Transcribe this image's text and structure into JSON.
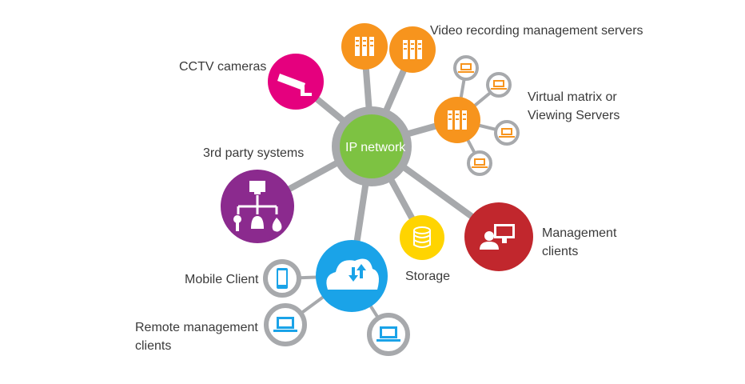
{
  "center": {
    "label": "IP network"
  },
  "nodes": {
    "video_recording": {
      "label": "Video recording management servers"
    },
    "cctv": {
      "label": "CCTV cameras"
    },
    "virtual_matrix": {
      "label_line1": "Virtual matrix or",
      "label_line2": "Viewing Servers"
    },
    "third_party": {
      "label": "3rd party systems"
    },
    "management": {
      "label_line1": "Management",
      "label_line2": "clients"
    },
    "storage": {
      "label": "Storage"
    },
    "mobile": {
      "label": "Mobile Client"
    },
    "remote": {
      "label_line1": "Remote management",
      "label_line2": "clients"
    }
  },
  "colors": {
    "hub": "#7dc242",
    "hub_ring": "#a7a9ac",
    "connector": "#a7a9ac",
    "orange": "#f7941d",
    "magenta": "#e5007e",
    "purple": "#8b2a8e",
    "red": "#c1272d",
    "yellow": "#ffd400",
    "cloud_blue": "#1aa3e8",
    "device_orange": "#f7941d",
    "device_blue": "#1aa3e8"
  }
}
